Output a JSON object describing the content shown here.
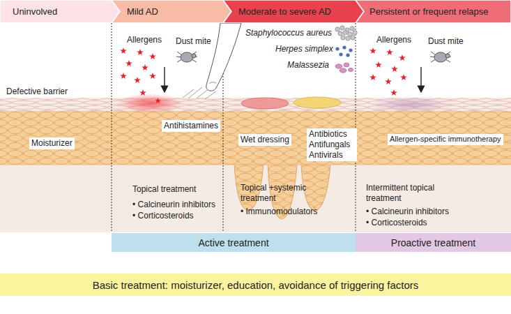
{
  "diagram": {
    "nodes": [
      {
        "text": [
          "Uninvolved"
        ]
      },
      {
        "text": [
          "Mild AD"
        ]
      },
      {
        "text": [
          "Moderate to severe AD"
        ]
      },
      {
        "text": [
          "Persistent or frequent relapse"
        ]
      },
      {
        "text": [
          "Active treatment"
        ]
      },
      {
        "text": [
          "Proactive treatment"
        ]
      },
      {
        "text": [
          "Basic treatment: moisturizer, education, avoidance of triggering factors"
        ]
      }
    ],
    "labels": [
      "Allergens",
      "Dust mite",
      "Staphylococcus aureus",
      "Herpes simplex",
      "Malassezia",
      "Allergens",
      "Dust mite",
      "Defective barrier",
      "Moisturizer",
      "Antihistamines",
      "Wet dressing",
      "Antibiotics Antifungals Antivirals",
      "Allergen-specific immunotherapy",
      "Topical treatment",
      "• Calcineurin inhibitors",
      "• Corticosteroids",
      "Topical +systemic treatment",
      "• Immunomodulators",
      "Intermittent topical treatment",
      "• Calcineurin inhibitors",
      "• Corticosteroids"
    ]
  }
}
